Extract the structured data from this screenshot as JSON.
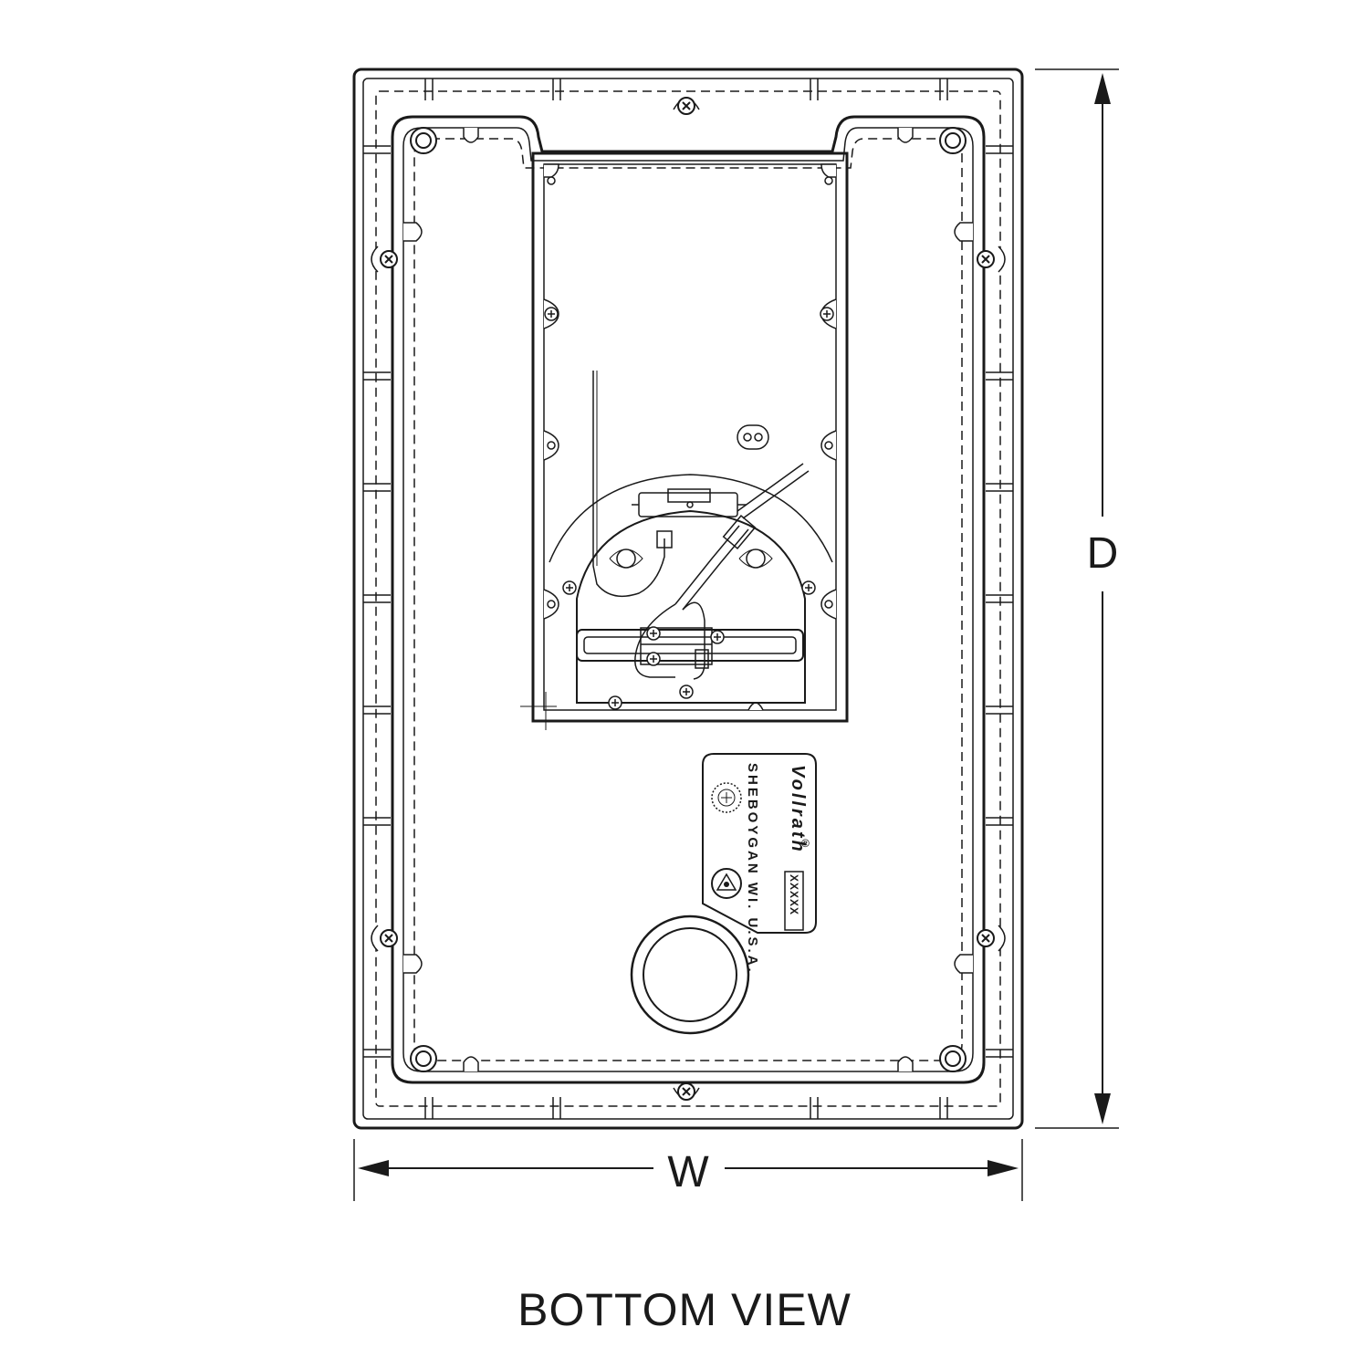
{
  "drawing": {
    "depth_label": "D",
    "width_label": "W",
    "caption": "BOTTOM VIEW"
  },
  "nameplate": {
    "logo_text": "Vollrath",
    "location_text": "SHEBOYGAN WI. U.S.A.",
    "code_text": "XXXXX"
  },
  "colors": {
    "line": "#1a1a1a",
    "background": "#ffffff"
  }
}
